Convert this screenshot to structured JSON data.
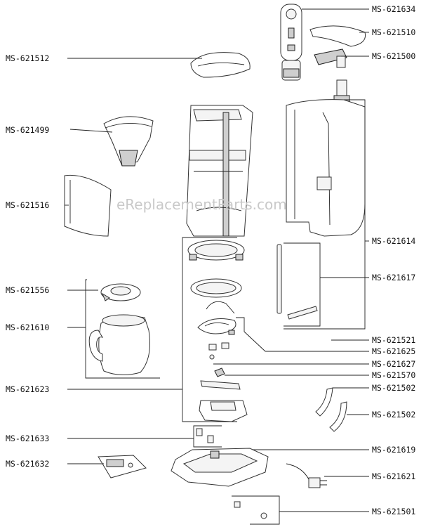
{
  "watermark": "eReplacementParts.com",
  "labels": {
    "l1": "MS-621634",
    "l2": "MS-621510",
    "l3": "MS-621500",
    "l4": "MS-621512",
    "l5": "MS-621499",
    "l6": "MS-621516",
    "l7": "MS-621614",
    "l8": "MS-621617",
    "l9": "MS-621556",
    "l10": "MS-621610",
    "l11": "MS-621521",
    "l12": "MS-621625",
    "l13": "MS-621627",
    "l14": "MS-621570",
    "l15": "MS-621623",
    "l16": "MS-621502",
    "l17": "MS-621502",
    "l18": "MS-621633",
    "l19": "MS-621619",
    "l20": "MS-621632",
    "l21": "MS-621621",
    "l22": "MS-621501"
  }
}
